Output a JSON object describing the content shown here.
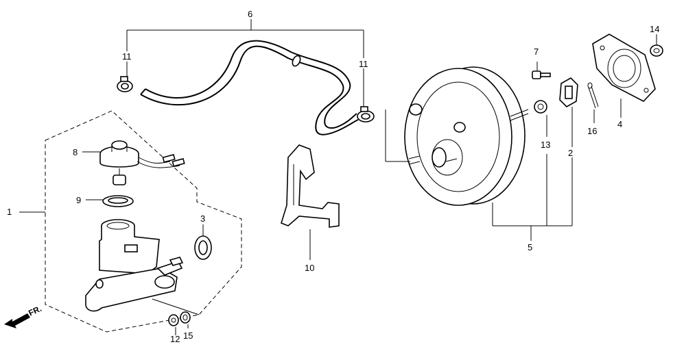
{
  "diagram": {
    "callouts": {
      "c1": "1",
      "c2": "2",
      "c3": "3",
      "c4": "4",
      "c5": "5",
      "c6": "6",
      "c7": "7",
      "c8": "8",
      "c9": "9",
      "c10": "10",
      "c11a": "11",
      "c11b": "11",
      "c12": "12",
      "c13": "13",
      "c14": "14",
      "c15": "15",
      "c16": "16"
    },
    "front_marker": "FR."
  }
}
